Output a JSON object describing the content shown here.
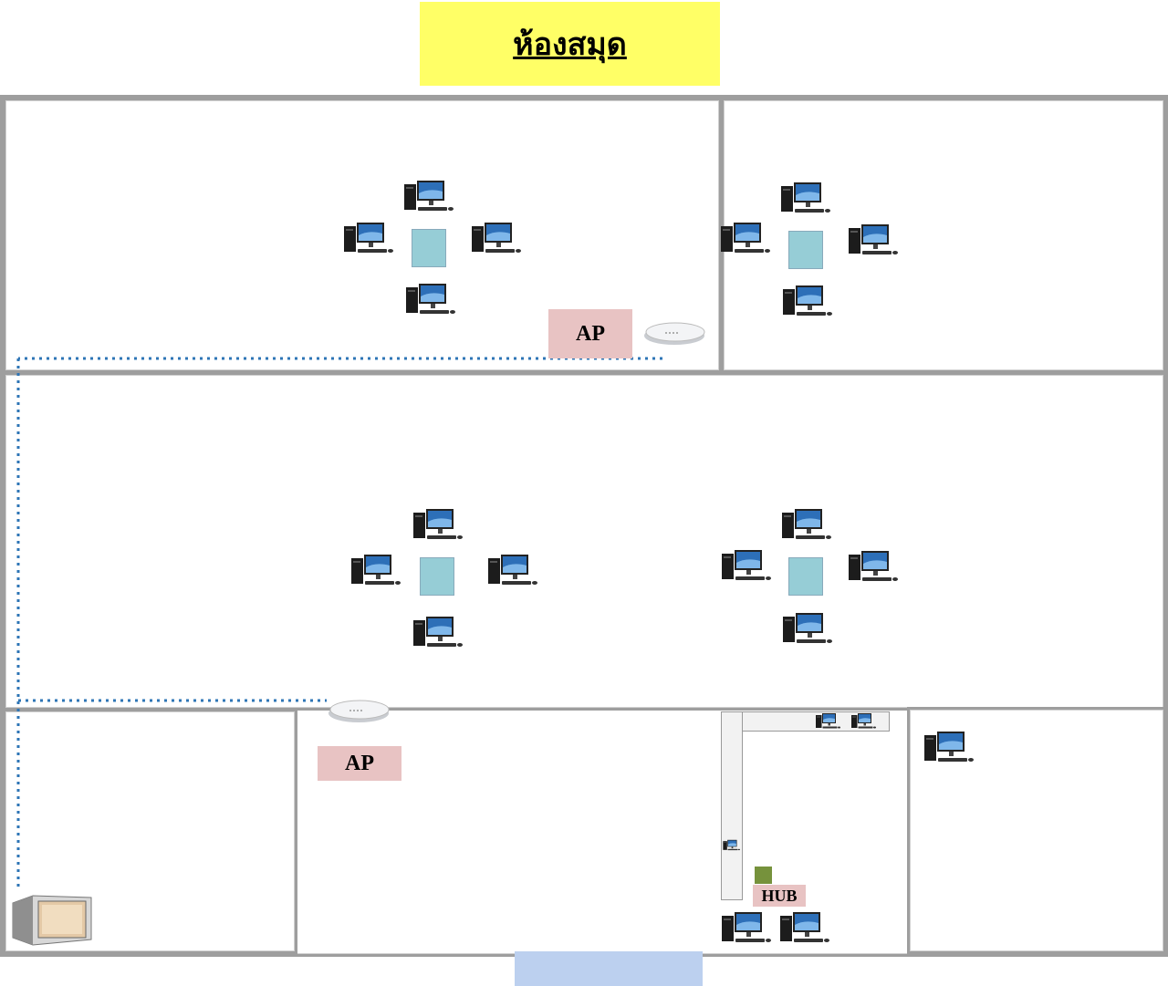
{
  "title": "ห้องสมุด",
  "labels": {
    "ap_top": "AP",
    "ap_bottom": "AP",
    "hub": "HUB"
  },
  "colors": {
    "title_bg": "#ffff66",
    "table": "#96cdd6",
    "label_bg": "#e8c3c3",
    "hub_square": "#76923c",
    "door": "#bcd0ef",
    "cable": "#2e75b6",
    "wall": "#9e9e9e"
  },
  "icons": [
    "desktop-computer-icon",
    "access-point-icon",
    "network-rack-icon"
  ]
}
